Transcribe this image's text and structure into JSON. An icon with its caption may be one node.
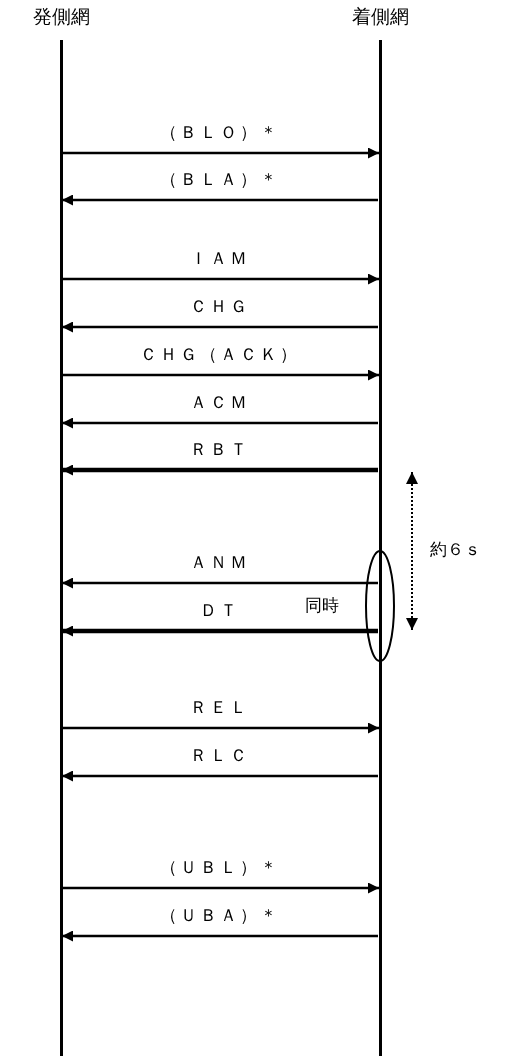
{
  "diagram": {
    "nodes": [
      {
        "text": [
          "発側網"
        ]
      },
      {
        "text": [
          "着側網"
        ]
      }
    ],
    "edges": [
      {
        "from": 0,
        "to": 1,
        "arrow": "to",
        "label": "（ＢＬＯ）＊"
      },
      {
        "from": 1,
        "to": 0,
        "arrow": "to",
        "label": "（ＢＬＡ）＊"
      },
      {
        "from": 0,
        "to": 1,
        "arrow": "to",
        "label": "ＩＡＭ"
      },
      {
        "from": 1,
        "to": 0,
        "arrow": "to",
        "label": "ＣＨＧ"
      },
      {
        "from": 0,
        "to": 1,
        "arrow": "to",
        "label": "ＣＨＧ（ＡＣＫ）"
      },
      {
        "from": 1,
        "to": 0,
        "arrow": "to",
        "label": "ＡＣＭ"
      },
      {
        "from": 1,
        "to": 0,
        "arrow": "to",
        "label": "ＲＢＴ",
        "style": "thick"
      },
      {
        "from": 1,
        "to": 0,
        "arrow": "to",
        "label": "ＡＮＭ"
      },
      {
        "from": 1,
        "to": 0,
        "arrow": "to",
        "label": "ＤＴ",
        "style": "thick"
      },
      {
        "from": 0,
        "to": 1,
        "arrow": "to",
        "label": "ＲＥＬ"
      },
      {
        "from": 1,
        "to": 0,
        "arrow": "to",
        "label": "ＲＬＣ"
      },
      {
        "from": 0,
        "to": 1,
        "arrow": "to",
        "label": "（ＵＢＬ）＊"
      },
      {
        "from": 1,
        "to": 0,
        "arrow": "to",
        "label": "（ＵＢＡ）＊"
      }
    ],
    "labels": [
      "約６ｓ",
      "同時"
    ]
  }
}
